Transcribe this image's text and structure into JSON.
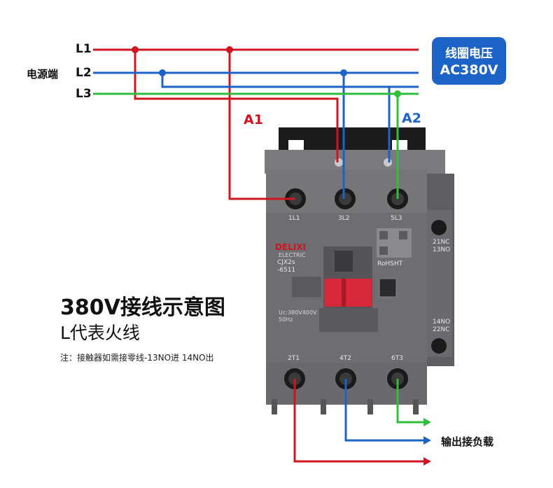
{
  "lines": {
    "l1": "L1",
    "l2": "L2",
    "l3": "L3",
    "power_side": "电源端"
  },
  "coil_voltage": {
    "line1": "线圈电压",
    "line2": "AC380V"
  },
  "coil_terminals": {
    "a1": "A1",
    "a2": "A2"
  },
  "title": {
    "main": "380V接线示意图",
    "sub": "L代表火线"
  },
  "note": "注：接触器如需接零线-13NO进 14NO出",
  "output_label": "输出接负载",
  "device": {
    "brand": "DELIXI",
    "brand_sub": "ELECTRIC",
    "model": "CJX2s",
    "model_no": "-6511",
    "rohs": "RoHSHT",
    "rating_1": "Uc:380V400V",
    "rating_2": "50Hz",
    "top_terminals": [
      "1L1",
      "3L2",
      "5L3"
    ],
    "bottom_terminals": [
      "2T1",
      "4T2",
      "6T3"
    ],
    "aux_top": [
      "21NC",
      "13NO"
    ],
    "aux_bottom": [
      "14NO",
      "22NC"
    ]
  },
  "colors": {
    "red": "#d0151f",
    "blue": "#1c63c7",
    "green": "#2fbf3a",
    "body": "#6e6e72",
    "badge": "#1c63c7"
  }
}
